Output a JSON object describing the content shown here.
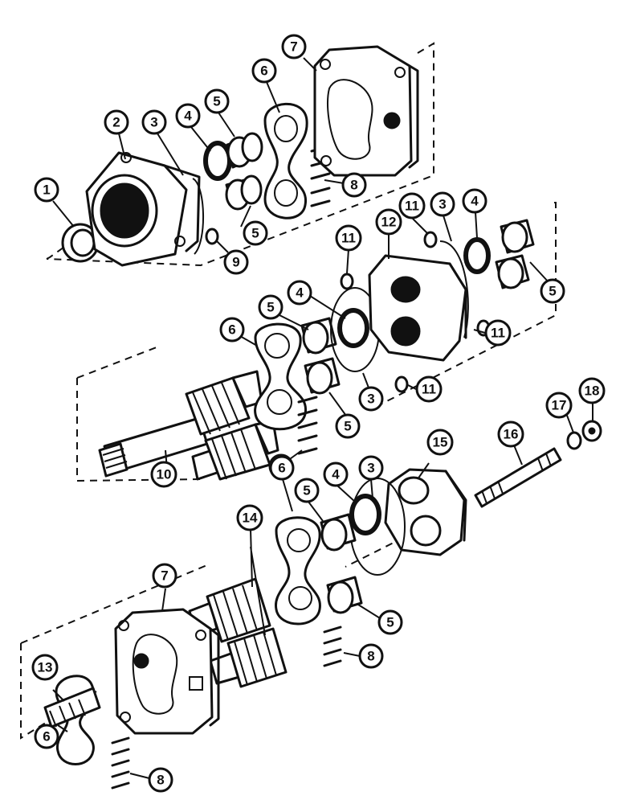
{
  "callouts": [
    {
      "id": "c1",
      "label": "1"
    },
    {
      "id": "c2",
      "label": "2"
    },
    {
      "id": "c3a",
      "label": "3"
    },
    {
      "id": "c4a",
      "label": "4"
    },
    {
      "id": "c5a",
      "label": "5"
    },
    {
      "id": "c6a",
      "label": "6"
    },
    {
      "id": "c7a",
      "label": "7"
    },
    {
      "id": "c5b",
      "label": "5"
    },
    {
      "id": "c8a",
      "label": "8"
    },
    {
      "id": "c9",
      "label": "9"
    },
    {
      "id": "c11a",
      "label": "11"
    },
    {
      "id": "c12",
      "label": "12"
    },
    {
      "id": "c3b",
      "label": "3"
    },
    {
      "id": "c4b",
      "label": "4"
    },
    {
      "id": "c11b",
      "label": "11"
    },
    {
      "id": "c5c",
      "label": "5"
    },
    {
      "id": "c4c",
      "label": "4"
    },
    {
      "id": "c5d",
      "label": "5"
    },
    {
      "id": "c11c",
      "label": "11"
    },
    {
      "id": "c6b",
      "label": "6"
    },
    {
      "id": "c11d",
      "label": "11"
    },
    {
      "id": "c3c",
      "label": "3"
    },
    {
      "id": "c5e",
      "label": "5"
    },
    {
      "id": "c8b",
      "label": "8"
    },
    {
      "id": "c10",
      "label": "10"
    },
    {
      "id": "c17",
      "label": "17"
    },
    {
      "id": "c18",
      "label": "18"
    },
    {
      "id": "c15",
      "label": "15"
    },
    {
      "id": "c16",
      "label": "16"
    },
    {
      "id": "c3d",
      "label": "3"
    },
    {
      "id": "c4d",
      "label": "4"
    },
    {
      "id": "c5f",
      "label": "5"
    },
    {
      "id": "c6c",
      "label": "6"
    },
    {
      "id": "c14",
      "label": "14"
    },
    {
      "id": "c7b",
      "label": "7"
    },
    {
      "id": "c5g",
      "label": "5"
    },
    {
      "id": "c8c",
      "label": "8"
    },
    {
      "id": "c13",
      "label": "13"
    },
    {
      "id": "c6d",
      "label": "6"
    },
    {
      "id": "c8d",
      "label": "8"
    }
  ]
}
